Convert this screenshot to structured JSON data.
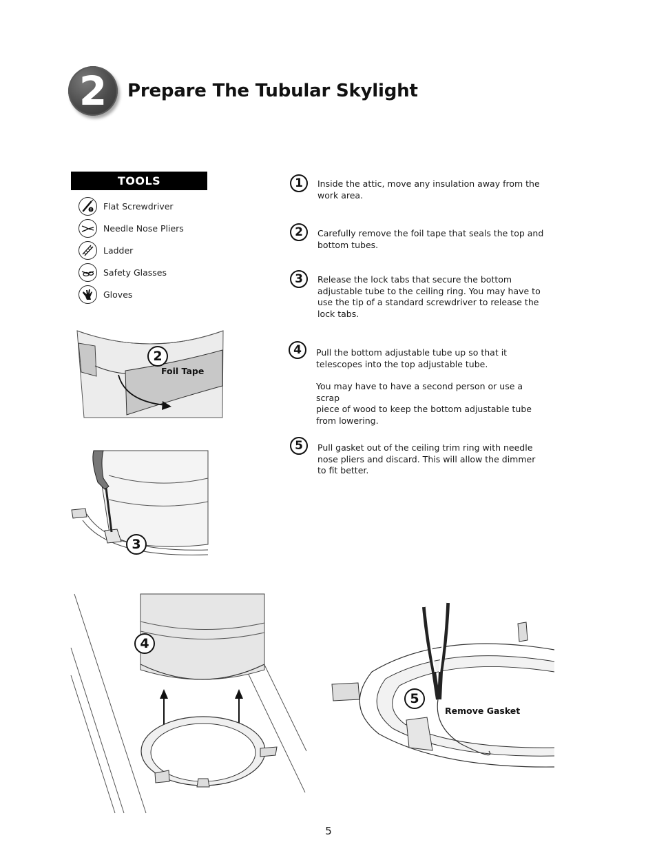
{
  "header": {
    "step_number": "2",
    "title": "Prepare The Tubular Skylight"
  },
  "tools": {
    "heading": "TOOLS",
    "items": [
      {
        "label": "Flat Screwdriver",
        "icon": "screwdriver-icon"
      },
      {
        "label": "Needle Nose Pliers",
        "icon": "pliers-icon"
      },
      {
        "label": "Ladder",
        "icon": "ladder-icon"
      },
      {
        "label": "Safety Glasses",
        "icon": "safety-glasses-icon"
      },
      {
        "label": "Gloves",
        "icon": "gloves-icon"
      }
    ]
  },
  "steps": [
    {
      "number": "1",
      "lines": [
        "Inside the attic, move any insulation away from the",
        "work area."
      ]
    },
    {
      "number": "2",
      "lines": [
        "Carefully remove the foil tape that seals the top and",
        "bottom tubes."
      ]
    },
    {
      "number": "3",
      "lines": [
        "Release the lock tabs that secure the bottom",
        "adjustable tube to the ceiling ring.  You may have to",
        "use the tip of a standard screwdriver to release the",
        "lock tabs."
      ]
    },
    {
      "number": "4",
      "lines": [
        "Pull the bottom adjustable tube up so that it",
        "telescopes into the top adjustable tube."
      ],
      "lines_b": [
        "You may have to have a second person or use a scrap",
        "piece of wood  to keep the bottom adjustable tube",
        "from lowering."
      ]
    },
    {
      "number": "5",
      "lines": [
        "Pull gasket out of the ceiling trim ring with needle",
        "nose pliers and discard.  This will allow the dimmer",
        "to fit better."
      ]
    }
  ],
  "illustrations": {
    "foil_tape": {
      "callout": "2",
      "label": "Foil Tape"
    },
    "lock_tabs": {
      "callout": "3"
    },
    "lift_tube": {
      "callout": "4"
    },
    "gasket": {
      "callout": "5",
      "label": "Remove Gasket"
    }
  },
  "footer": {
    "page_number": "5"
  }
}
